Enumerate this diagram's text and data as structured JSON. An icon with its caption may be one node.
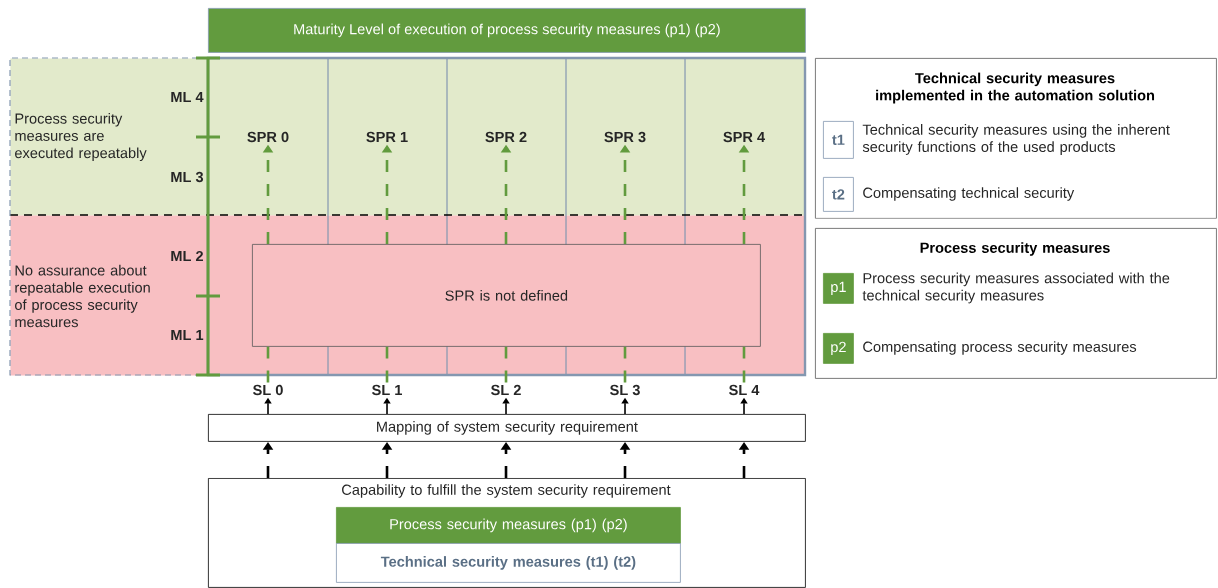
{
  "diagram": {
    "title": "Maturity Level of execution of process security measures (p1) (p2)",
    "nodes": [
      {
        "text": [
          "Process security measures are executed repeatably"
        ]
      },
      {
        "text": [
          "No assurance about repeatable execution of process security measures"
        ]
      },
      {
        "text": [
          "SPR 0"
        ],
        "in": 0
      },
      {
        "text": [
          "SPR 1"
        ],
        "in": 0
      },
      {
        "text": [
          "SPR 2"
        ],
        "in": 0
      },
      {
        "text": [
          "SPR  3"
        ],
        "in": 0
      },
      {
        "text": [
          "SPR 4"
        ],
        "in": 0
      },
      {
        "text": [
          "SPR is not defined"
        ],
        "in": 1
      },
      {
        "text": [
          "SL 0"
        ]
      },
      {
        "text": [
          "SL 1"
        ]
      },
      {
        "text": [
          "SL 2"
        ]
      },
      {
        "text": [
          "SL 3"
        ]
      },
      {
        "text": [
          "SL 4"
        ]
      },
      {
        "text": [
          "Mapping of system security requirement"
        ]
      },
      {
        "text": [
          "Capability to fulfill the system security requirement"
        ]
      },
      {
        "text": [
          "Process security measures (p1) (p2)"
        ],
        "in": 14
      },
      {
        "text": [
          "Technical security measures (t1) (t2)"
        ],
        "in": 14
      },
      {
        "text": [
          "Technical security measures implemented in the automation solution"
        ]
      },
      {
        "text": [
          "t1"
        ],
        "in": 17,
        "beside": [
          "Technical security measures using the inherent security functions of the used products"
        ]
      },
      {
        "text": [
          "t2"
        ],
        "in": 17,
        "beside": [
          "Compensating technical security"
        ]
      },
      {
        "text": [
          "Process security measures"
        ]
      },
      {
        "text": [
          "p1"
        ],
        "in": 20,
        "beside": [
          "Process security measures associated with the technical security measures"
        ]
      },
      {
        "text": [
          "p2"
        ],
        "in": 20,
        "beside": [
          "Compensating process security measures"
        ]
      }
    ],
    "edges": [
      {
        "from": 8,
        "to": 7,
        "arrow": "none",
        "style": "dashed"
      },
      {
        "from": 9,
        "to": 7,
        "arrow": "none",
        "style": "dashed"
      },
      {
        "from": 10,
        "to": 7,
        "arrow": "none",
        "style": "dashed"
      },
      {
        "from": 11,
        "to": 7,
        "arrow": "none",
        "style": "dashed"
      },
      {
        "from": 12,
        "to": 7,
        "arrow": "none",
        "style": "dashed"
      },
      {
        "from": 7,
        "to": 2,
        "arrow": "to",
        "style": "dashed"
      },
      {
        "from": 7,
        "to": 3,
        "arrow": "to",
        "style": "dashed"
      },
      {
        "from": 7,
        "to": 4,
        "arrow": "to",
        "style": "dashed"
      },
      {
        "from": 7,
        "to": 5,
        "arrow": "to",
        "style": "dashed"
      },
      {
        "from": 7,
        "to": 6,
        "arrow": "to",
        "style": "dashed"
      },
      {
        "from": 13,
        "to": 8,
        "arrow": "to",
        "color": "#000000"
      },
      {
        "from": 13,
        "to": 9,
        "arrow": "to",
        "color": "#000000"
      },
      {
        "from": 13,
        "to": 10,
        "arrow": "to",
        "color": "#000000"
      },
      {
        "from": 13,
        "to": 11,
        "arrow": "to",
        "color": "#000000"
      },
      {
        "from": 13,
        "to": 12,
        "arrow": "to",
        "color": "#000000"
      },
      {
        "from": 14,
        "to": 13,
        "arrow": "to",
        "style": "dashed",
        "color": "#000000"
      },
      {
        "from": 14,
        "to": 13,
        "arrow": "to",
        "style": "dashed",
        "color": "#000000"
      },
      {
        "from": 14,
        "to": 13,
        "arrow": "to",
        "style": "dashed",
        "color": "#000000"
      },
      {
        "from": 14,
        "to": 13,
        "arrow": "to",
        "style": "dashed",
        "color": "#000000"
      },
      {
        "from": 14,
        "to": 13,
        "arrow": "to",
        "style": "dashed",
        "color": "#000000"
      }
    ],
    "labels": [
      "ML 4",
      "ML 3",
      "ML 2",
      "ML 1"
    ]
  }
}
